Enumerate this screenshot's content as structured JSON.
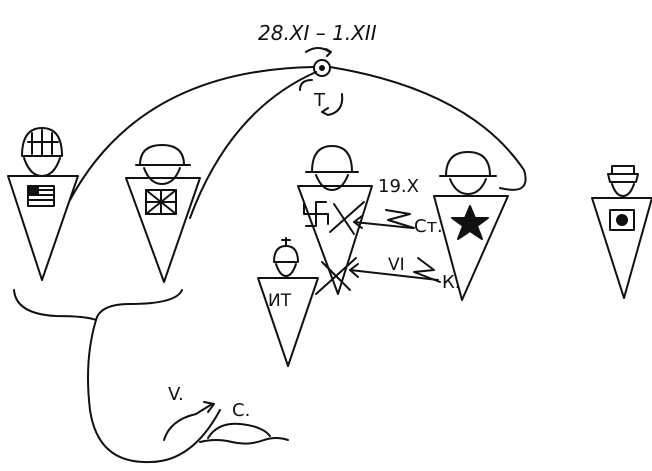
{
  "labels": {
    "date_range": "28.XI – 1.XII",
    "conference_letter": "T",
    "date_stalingrad": "19.X",
    "city_stalingrad": "Ст.",
    "month_kursk": "VI",
    "city_kursk": "К.",
    "month_sicily": "V.",
    "city_sicily": "С.",
    "italy_label": "ИТ"
  },
  "colors": {
    "ink": "#111111",
    "paper": "#ffffff"
  },
  "icons": {
    "usa": "us-flag-icon",
    "uk": "union-jack-icon",
    "germany": "swastika-icon",
    "ussr": "star-icon",
    "japan": "rising-sun-icon"
  }
}
